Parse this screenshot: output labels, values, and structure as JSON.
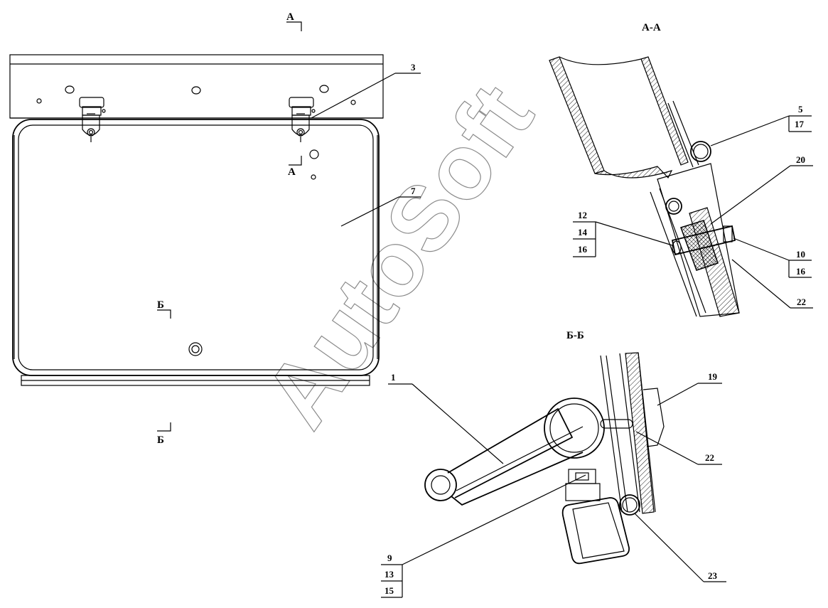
{
  "section_marks": {
    "a_top": "А",
    "a_mid": "А",
    "b_mid": "Б",
    "b_bottom": "Б"
  },
  "section_titles": {
    "a_a": "А-А",
    "b_b": "Б-Б"
  },
  "callouts": {
    "c3": "3",
    "c7": "7",
    "c5": "5",
    "c17": "17",
    "c20": "20",
    "c12": "12",
    "c14": "14",
    "c16a": "16",
    "c10": "10",
    "c16b": "16",
    "c22a": "22",
    "c1": "1",
    "c19": "19",
    "c22b": "22",
    "c9": "9",
    "c13": "13",
    "c15": "15",
    "c23": "23"
  },
  "watermark": "AutoSoft"
}
